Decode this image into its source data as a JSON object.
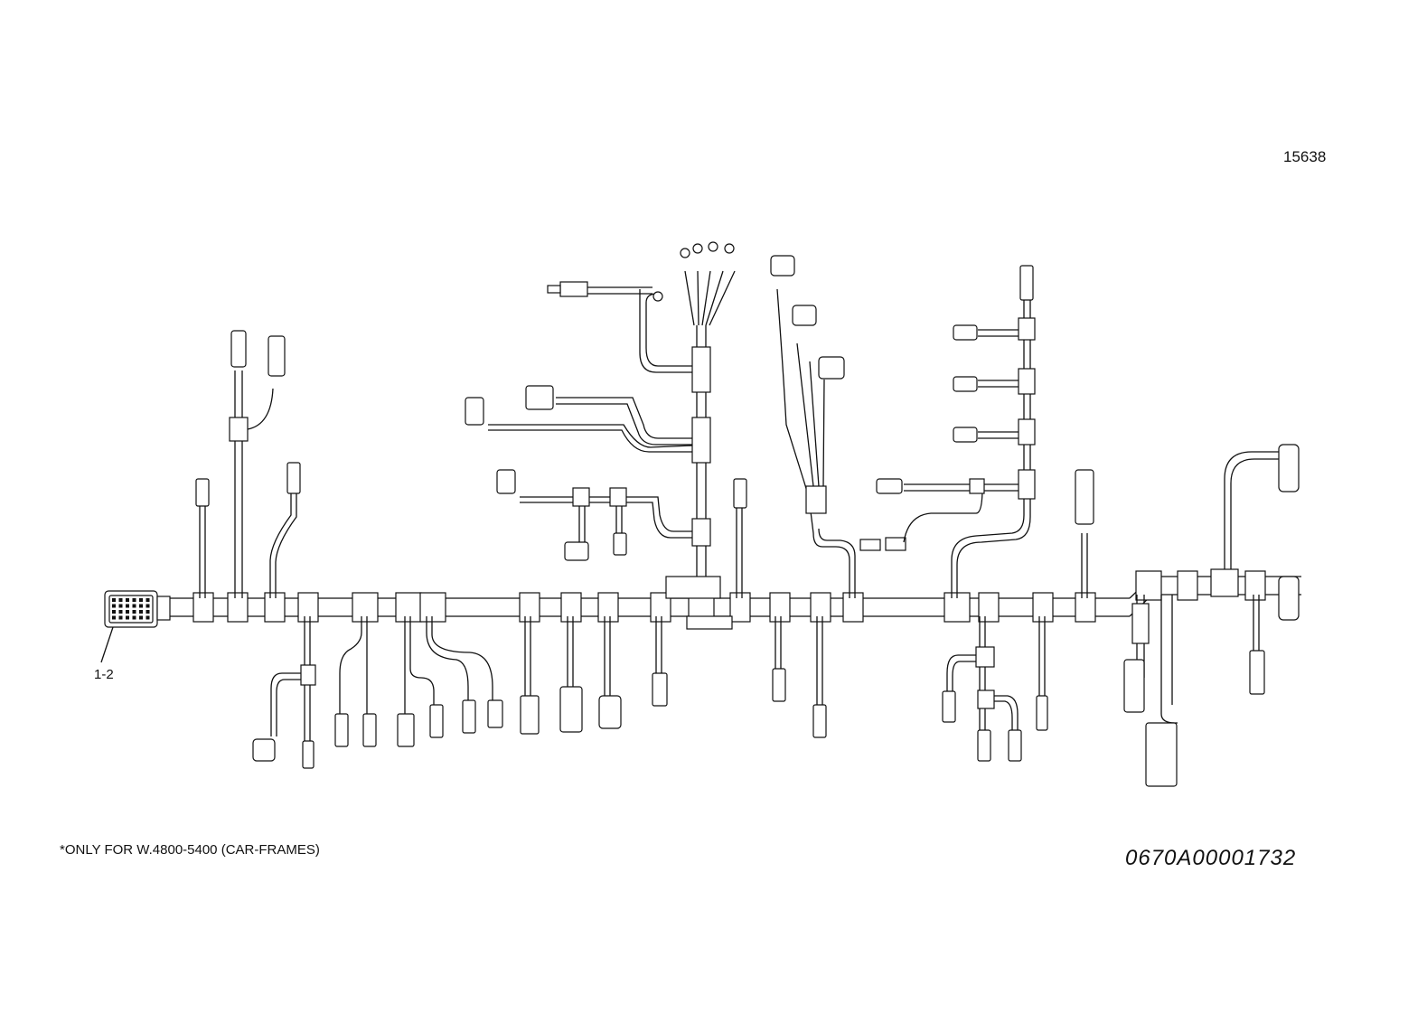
{
  "figure": {
    "number": "15638",
    "callout": "1-2",
    "footnote": "*ONLY FOR W.4800-5400 (CAR-FRAMES)",
    "part_number": "0670A00001732"
  },
  "icons": [
    "main-harness-connector-icon",
    "ring-terminal-icon",
    "angled-connector-icon",
    "inline-connector-icon"
  ]
}
